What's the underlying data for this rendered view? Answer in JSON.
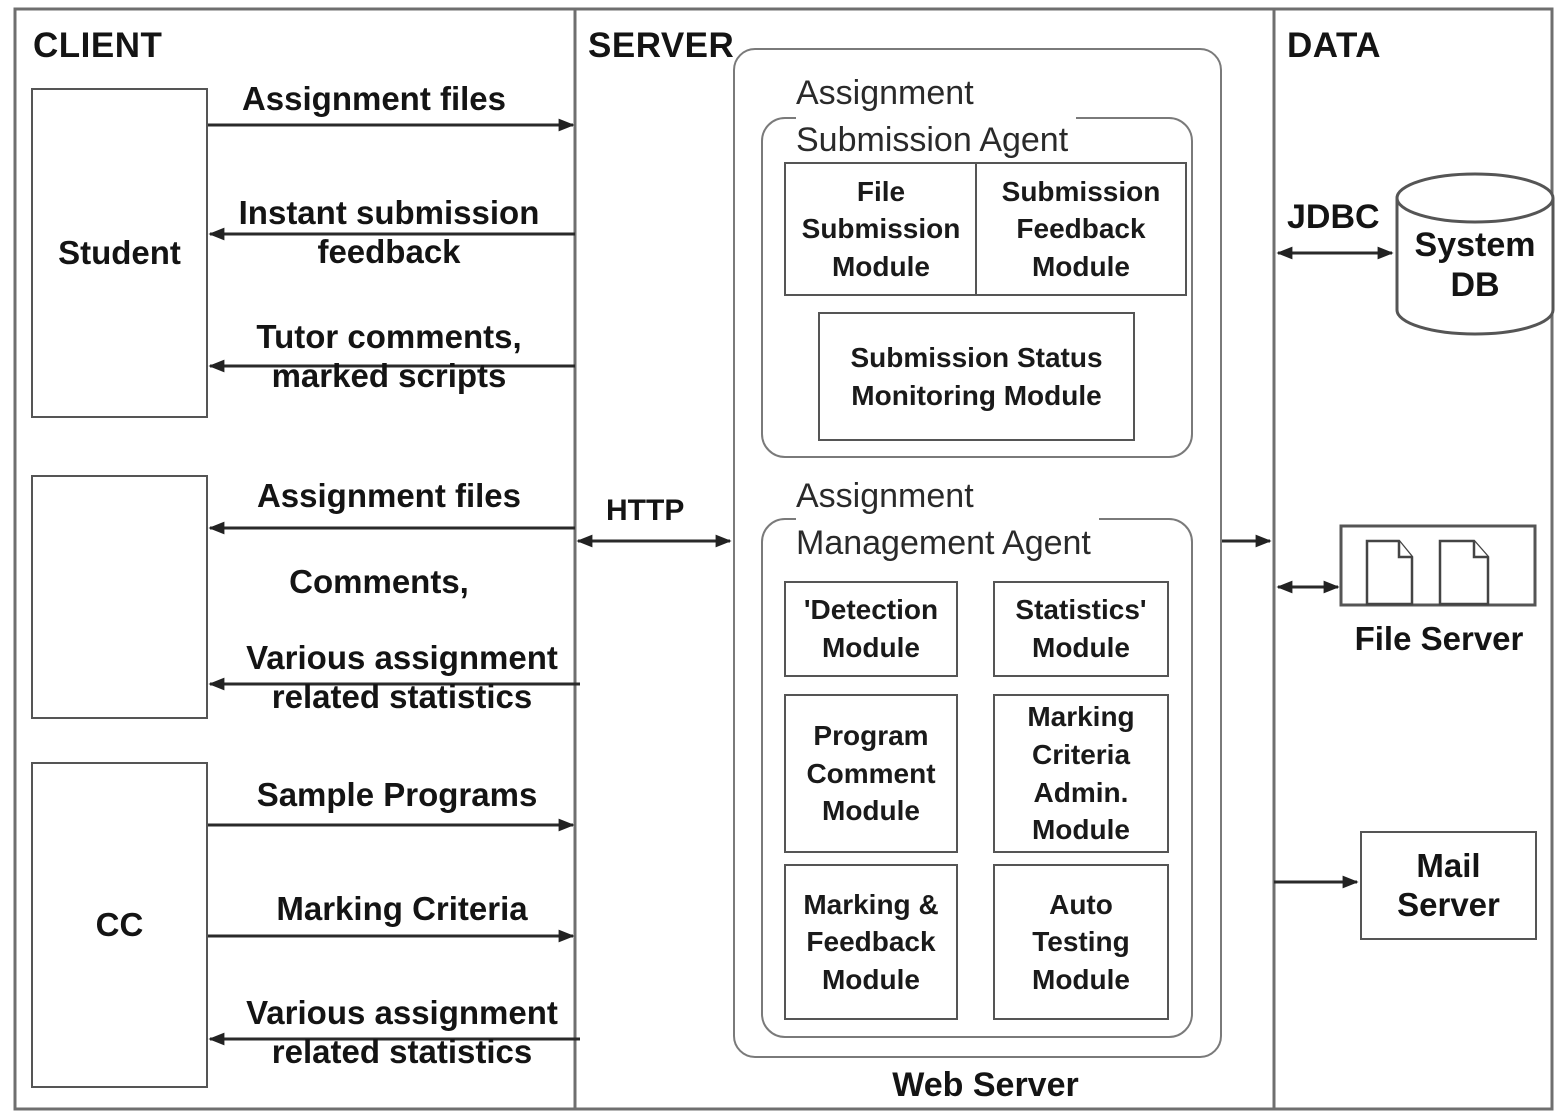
{
  "headers": {
    "client": "CLIENT",
    "server": "SERVER",
    "data": "DATA"
  },
  "client": {
    "student": "Student",
    "tutor": "",
    "cc": "CC"
  },
  "flows": {
    "student_assignment_files": "Assignment files",
    "student_instant_feedback": "Instant submission\nfeedback",
    "student_tutor_comments": "Tutor comments,\nmarked scripts",
    "tutor_assignment_files": "Assignment files",
    "tutor_comments": "Comments,",
    "tutor_statistics": "Various assignment\nrelated statistics",
    "cc_sample_programs": "Sample Programs",
    "cc_marking_criteria": "Marking Criteria",
    "cc_statistics": "Various assignment\nrelated statistics"
  },
  "protocols": {
    "http": "HTTP",
    "jdbc": "JDBC"
  },
  "server": {
    "web_server": "Web Server",
    "submission_agent": {
      "title": "Assignment\nSubmission Agent",
      "modules": {
        "file_submission": "File\nSubmission\nModule",
        "submission_feedback": "Submission\nFeedback\nModule",
        "status_monitoring": "Submission Status\nMonitoring Module"
      }
    },
    "management_agent": {
      "title": "Assignment\nManagement Agent",
      "modules": {
        "detection": "'Detection\nModule",
        "statistics": "Statistics'\nModule",
        "program_comment": "Program\nComment\nModule",
        "marking_criteria_admin": "Marking\nCriteria\nAdmin.\nModule",
        "marking_feedback": "Marking &\nFeedback\nModule",
        "auto_testing": "Auto\nTesting\nModule"
      }
    }
  },
  "data_tier": {
    "system_db": "System\nDB",
    "file_server": "File Server",
    "mail_server": "Mail\nServer"
  }
}
